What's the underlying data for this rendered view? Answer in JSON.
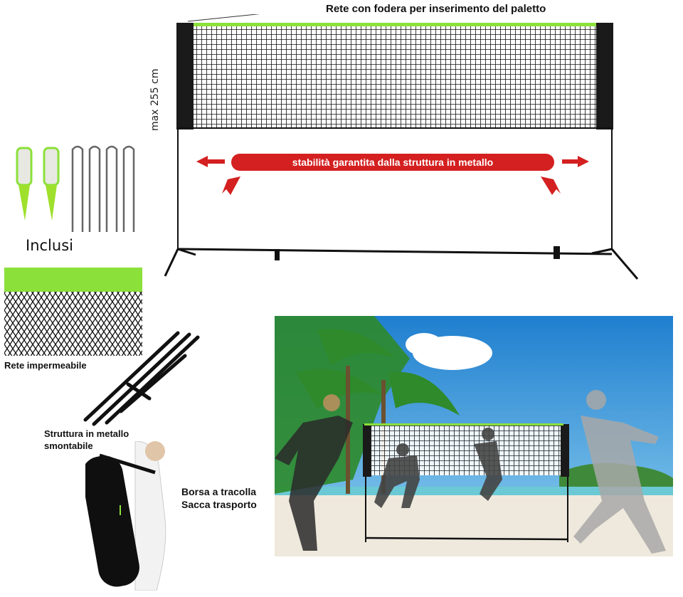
{
  "labels": {
    "net_sleeve": "Rete con fodera per inserimento del paletto",
    "max_height": "max 255 cm",
    "stability": "stabilità garantita dalla struttura in metallo",
    "included": "Inclusi",
    "waterproof_net": "Rete impermeabile",
    "frame_line1": "Struttura in metallo",
    "frame_line2": "smontabile",
    "bag_line1": "Borsa a tracolla",
    "bag_line2": "Sacca trasporto"
  },
  "colors": {
    "accent_green": "#8be03a",
    "banner_red": "#d42020",
    "frame_black": "#111111",
    "sky_blue": "#3aa0dd",
    "sand": "#efe9dd"
  },
  "icons": {
    "arrows": "red-arrow-icon",
    "stakes": "ground-peg-icon"
  }
}
